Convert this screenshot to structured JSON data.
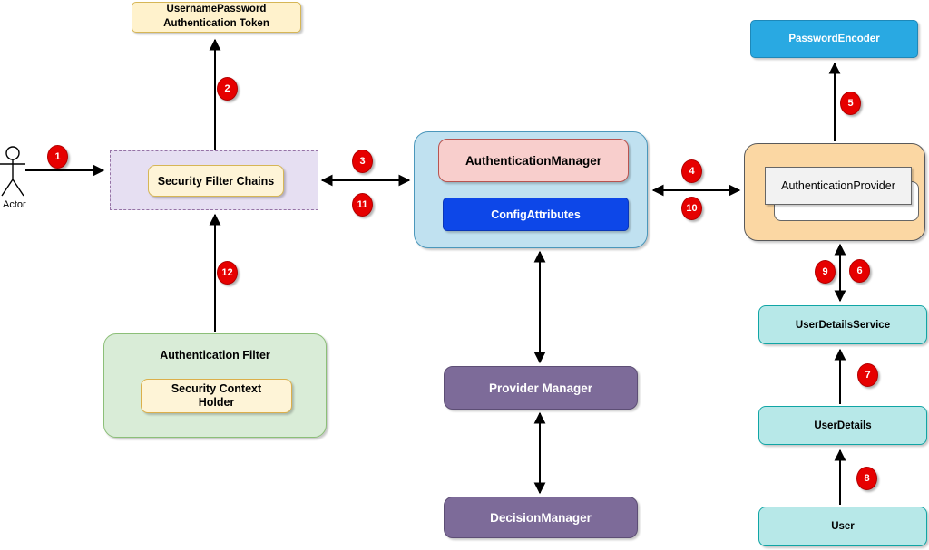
{
  "colors": {
    "badge_red": "#E60000",
    "cream_fill": "#FFF2CC",
    "cream_border": "#D6B656",
    "lavender_fill": "#E6DFF2",
    "lavender_border": "#9673A6",
    "container_blue": "#C0E1F0",
    "pink_fill": "#F8CECC",
    "pink_border": "#B85450",
    "config_blue": "#0D47E8",
    "encoder_blue": "#29A9E2",
    "orange_fill": "#FBD7A3",
    "teal_fill": "#B7E8E8",
    "teal_border": "#10A5A5",
    "purple_fill": "#7D6B99",
    "green_fill": "#D9ECD7",
    "green_border": "#8CBF78",
    "card_gray": "#F2F2F2"
  },
  "actor": {
    "label": "Actor"
  },
  "nodes": {
    "token": {
      "lines": [
        "UsernamePassword",
        "Authentication Token"
      ]
    },
    "security_filter_chains": {
      "label": "Security Filter Chains"
    },
    "authentication_manager": {
      "label": "AuthenticationManager"
    },
    "config_attributes": {
      "label": "ConfigAttributes"
    },
    "password_encoder": {
      "label": "PasswordEncoder"
    },
    "authentication_provider": {
      "label": "AuthenticationProvider"
    },
    "user_details_service": {
      "label": "UserDetailsService"
    },
    "user_details": {
      "label": "UserDetails"
    },
    "user": {
      "label": "User"
    },
    "provider_manager": {
      "label": "Provider Manager"
    },
    "decision_manager": {
      "label": "DecisionManager"
    },
    "authentication_filter": {
      "label": "Authentication Filter"
    },
    "security_context_holder": {
      "lines": [
        "Security Context",
        "Holder"
      ]
    }
  },
  "badges": [
    "1",
    "2",
    "3",
    "4",
    "5",
    "6",
    "7",
    "8",
    "9",
    "10",
    "11",
    "12"
  ]
}
